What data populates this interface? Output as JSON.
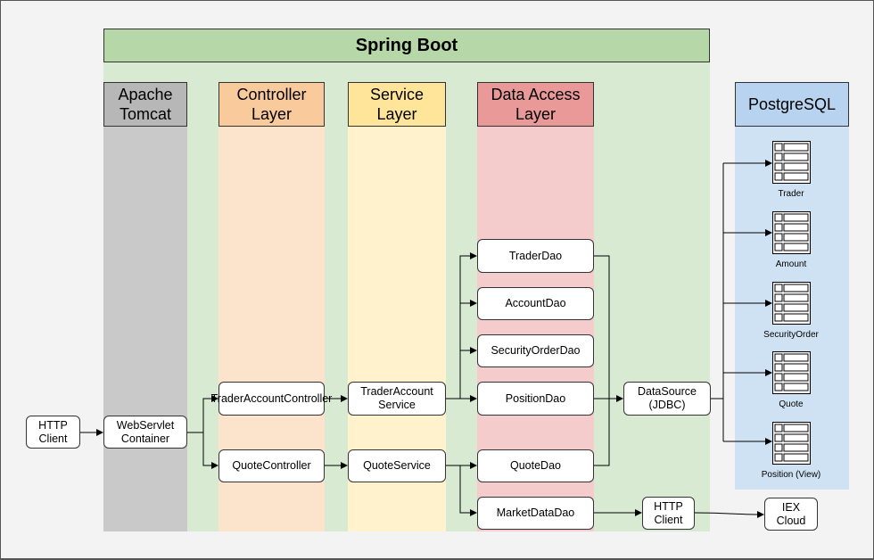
{
  "diagram": {
    "spring_boot_title": "Spring Boot",
    "lanes": {
      "tomcat": "Apache Tomcat",
      "controller": "Controller Layer",
      "service": "Service Layer",
      "dao": "Data Access Layer"
    },
    "database": {
      "title": "PostgreSQL",
      "tables": [
        "Trader",
        "Amount",
        "SecurityOrder",
        "Quote",
        "Position (View)"
      ]
    },
    "nodes": {
      "http_client_in": "HTTP Client",
      "webservlet": "WebServlet Container",
      "trader_account_controller": "TraderAccountController",
      "quote_controller": "QuoteController",
      "trader_account_service": "TraderAccount Service",
      "quote_service": "QuoteService",
      "trader_dao": "TraderDao",
      "account_dao": "AccountDao",
      "security_order_dao": "SecurityOrderDao",
      "position_dao": "PositionDao",
      "quote_dao": "QuoteDao",
      "market_data_dao": "MarketDataDao",
      "datasource": "DataSource (JDBC)",
      "http_client_out": "HTTP Client",
      "iex_cloud": "IEX Cloud"
    },
    "colors": {
      "spring_bg": "#d9ead3",
      "spring_header": "#b6d7a8",
      "tomcat_bg": "#c9c9c9",
      "tomcat_header": "#b7b7b7",
      "controller_bg": "#fbe3cc",
      "controller_header": "#f9cb9c",
      "service_bg": "#fff2cc",
      "service_header": "#ffe599",
      "dao_bg": "#f4cccc",
      "dao_header": "#ea9999",
      "postgres_bg": "#cfe2f3",
      "postgres_header": "#b7d3ef"
    },
    "icons": [
      "database-table-icon"
    ]
  }
}
